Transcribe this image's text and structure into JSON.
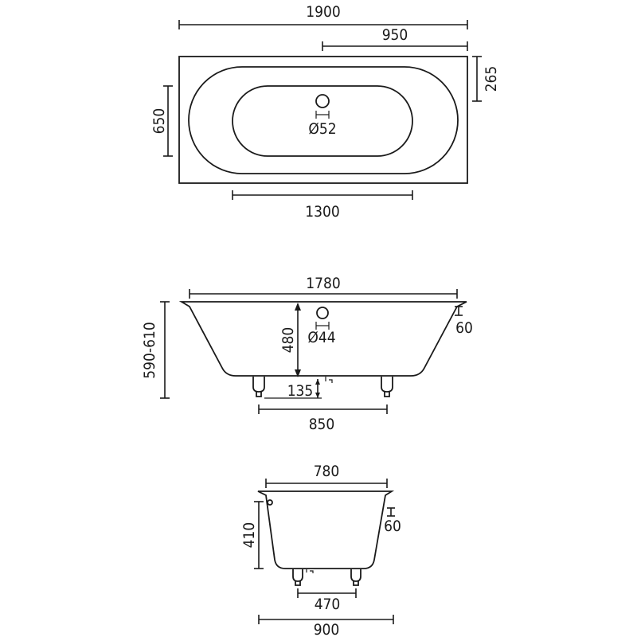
{
  "top_view": {
    "overall_length": "1900",
    "half_length": "950",
    "overall_width": "650",
    "drain_offset": "265",
    "inner_length": "1300",
    "drain_diameter": "Ø52"
  },
  "side_view": {
    "top_length": "1780",
    "depth": "480",
    "total_height": "590-610",
    "rim_thickness": "60",
    "overflow_diameter": "Ø44",
    "leg_height": "135",
    "leg_spacing": "850"
  },
  "end_view": {
    "top_width": "780",
    "depth": "410",
    "rim_thickness": "60",
    "leg_spacing": "470",
    "overall_width": "900"
  }
}
